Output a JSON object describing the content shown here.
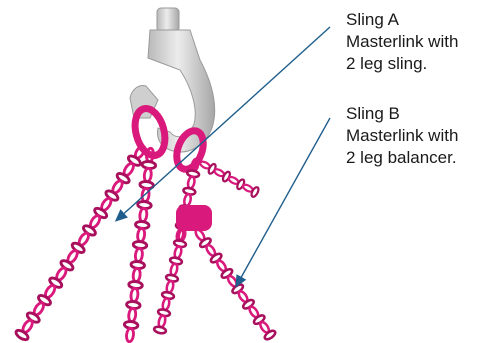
{
  "labels": {
    "sling_a": {
      "line1": "Sling A",
      "line2": "Masterlink with",
      "line3": "2 leg sling."
    },
    "sling_b": {
      "line1": "Sling B",
      "line2": "Masterlink with",
      "line3": "2 leg balancer."
    }
  },
  "colors": {
    "chain": "#d9197c",
    "chain_dark": "#a80f5c",
    "hook": "#d8d8d8",
    "hook_shadow": "#a9a9a9",
    "arrow": "#1f5e8c"
  },
  "icons": [
    "crane-hook-icon",
    "chain-sling-icon",
    "arrow-icon"
  ]
}
